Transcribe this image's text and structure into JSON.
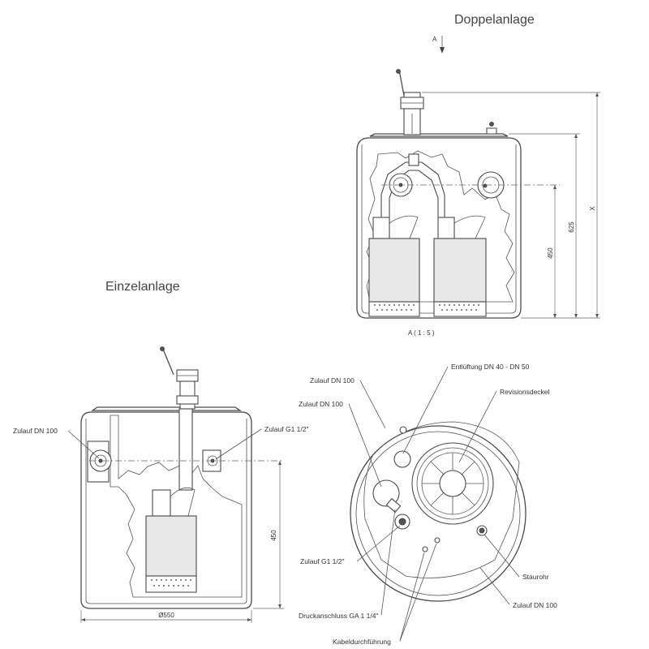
{
  "titles": {
    "double": "Doppelanlage",
    "single": "Einzelanlage"
  },
  "view": {
    "arrow_label": "A",
    "section_label": "A ( 1 : 5 )"
  },
  "dimensions": {
    "x": "X",
    "h625": "625",
    "h450_double": "450",
    "h450_single": "450",
    "diameter": "Ø550"
  },
  "labels": {
    "single_inlet_left": "Zulauf DN 100",
    "single_inlet_right": "Zulauf G1 1/2\"",
    "top_inlet_top": "Zulauf DN 100",
    "top_inlet_left": "Zulauf DN 100",
    "vent": "Entlüftung DN 40 - DN 50",
    "cover": "Revisionsdeckel",
    "inlet_g1": "Zulauf G1 1/2\"",
    "pressure": "Druckanschluss GA 1 1/4\"",
    "cable": "Kabeldurchführung",
    "riser": "Staurohr",
    "bottom_inlet": "Zulauf DN 100"
  }
}
